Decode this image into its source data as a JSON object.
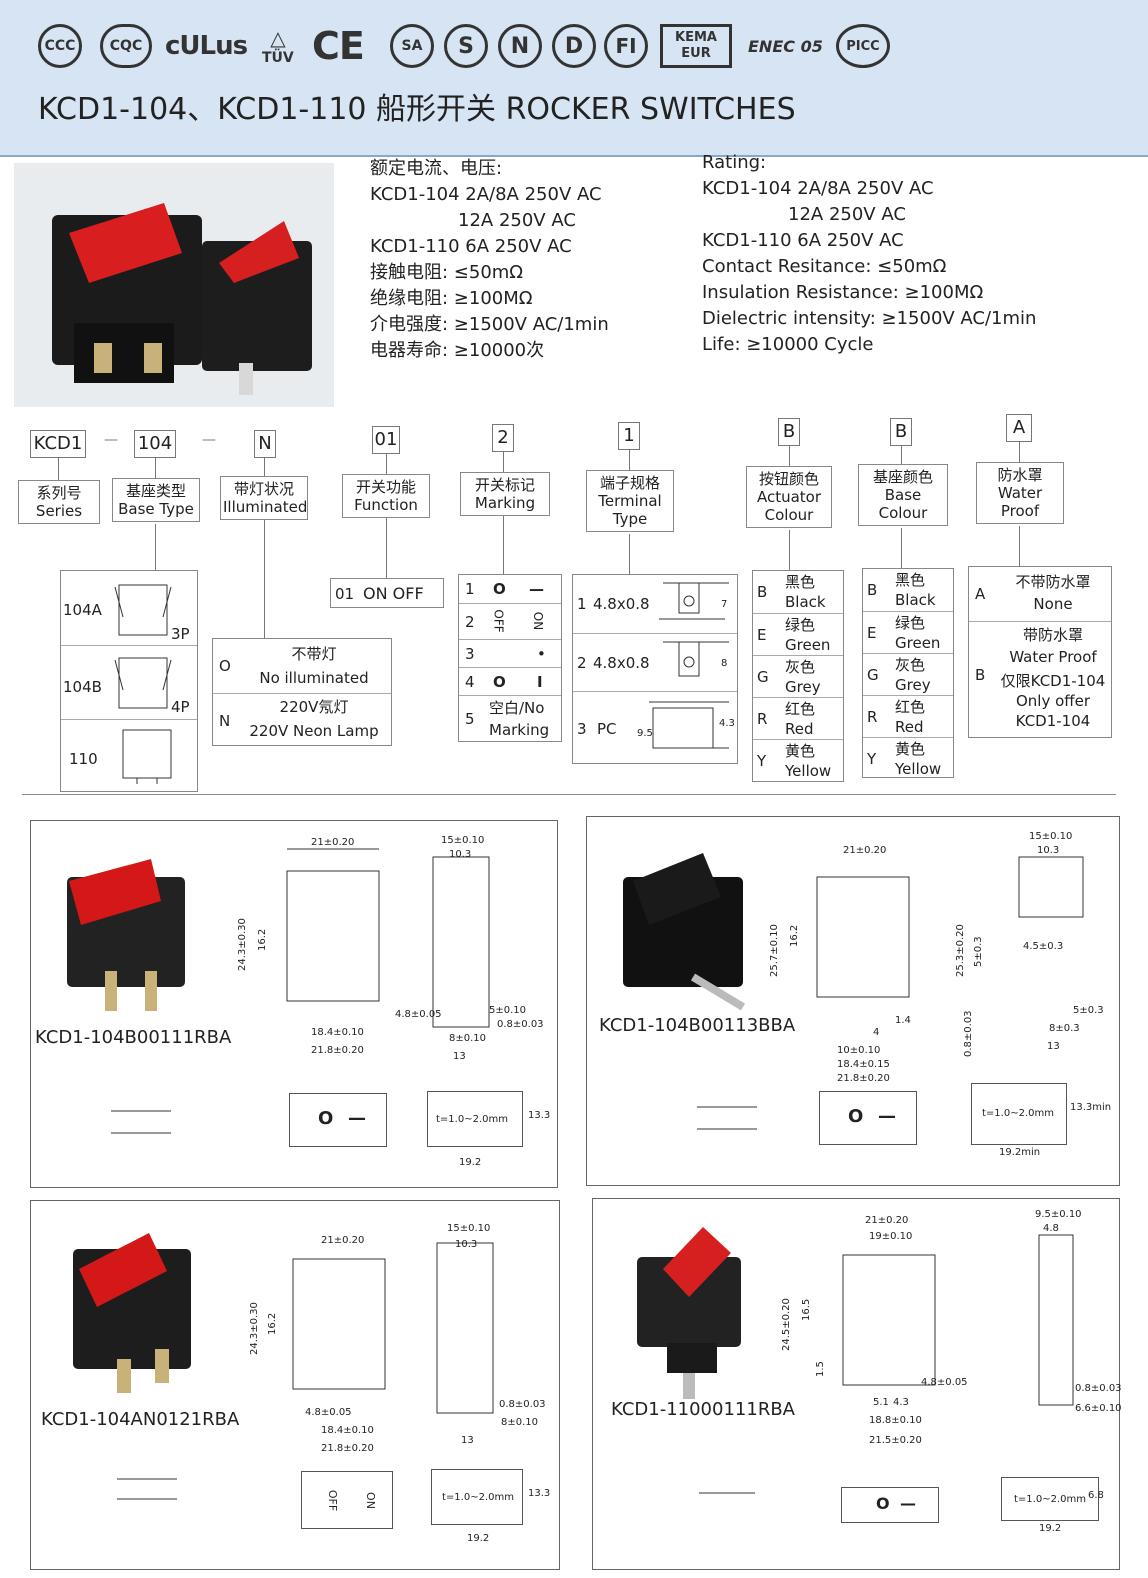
{
  "header": {
    "certifications": [
      "CCC",
      "CQC",
      "cULus",
      "TÜV",
      "CE",
      "SA",
      "S",
      "N",
      "D",
      "FI",
      "KEMA EUR",
      "ENEC 05",
      "PICC"
    ],
    "title": "KCD1-104、KCD1-110 船形开关 ROCKER SWITCHES"
  },
  "specs_cn": {
    "heading": "额定电流、电压:",
    "lines": [
      "KCD1-104 2A/8A 250V AC",
      "12A 250V AC",
      "KCD1-110 6A 250V AC",
      "接触电阻: ≤50mΩ",
      "绝缘电阻: ≥100MΩ",
      "介电强度: ≥1500V AC/1min",
      "电器寿命: ≥10000次"
    ]
  },
  "specs_en": {
    "heading": "Rating:",
    "lines": [
      "KCD1-104 2A/8A 250V AC",
      "12A 250V AC",
      "KCD1-110 6A 250V AC",
      "Contact Resitance: ≤50mΩ",
      "Insulation Resistance: ≥100MΩ",
      "Dielectric intensity: ≥1500V AC/1min",
      "Life: ≥10000 Cycle"
    ]
  },
  "code": {
    "segments": [
      "KCD1",
      "104",
      "N",
      "01",
      "2",
      "1",
      "B",
      "B",
      "A"
    ],
    "separators": [
      "—",
      "—"
    ],
    "labels": [
      {
        "cn": "系列号",
        "en": "Series"
      },
      {
        "cn": "基座类型",
        "en": "Base Type"
      },
      {
        "cn": "带灯状况",
        "en": "Illuminated"
      },
      {
        "cn": "开关功能",
        "en": "Function"
      },
      {
        "cn": "开关标记",
        "en": "Marking"
      },
      {
        "cn": "端子规格",
        "en": "Terminal Type"
      },
      {
        "cn": "按钮颜色",
        "en": "Actuator Colour"
      },
      {
        "cn": "基座颜色",
        "en": "Base Colour"
      },
      {
        "cn": "防水罩",
        "en": "Water Proof"
      }
    ]
  },
  "base_type": {
    "rows": [
      {
        "code": "104A",
        "pins": "3P"
      },
      {
        "code": "104B",
        "pins": "4P"
      },
      {
        "code": "110",
        "pins": ""
      }
    ]
  },
  "illuminated": {
    "rows": [
      {
        "code": "O",
        "cn": "不带灯",
        "en": "No illuminated"
      },
      {
        "code": "N",
        "cn": "220V氖灯",
        "en": "220V Neon  Lamp"
      }
    ]
  },
  "function": {
    "code": "01",
    "label": "ON OFF"
  },
  "marking": {
    "rows": [
      {
        "no": "1",
        "a": "O",
        "b": "—"
      },
      {
        "no": "2",
        "a": "OFF",
        "b": "ON"
      },
      {
        "no": "3",
        "a": "",
        "b": "•"
      },
      {
        "no": "4",
        "a": "O",
        "b": "I"
      },
      {
        "no": "5",
        "a": "空白/No",
        "b": "Marking"
      }
    ]
  },
  "terminal": {
    "rows": [
      {
        "no": "1",
        "spec": "4.8x0.8",
        "dim": "7"
      },
      {
        "no": "2",
        "spec": "4.8x0.8",
        "dim": "8"
      },
      {
        "no": "3",
        "spec": "PC",
        "dim": "9.5",
        "dim2": "4.3"
      }
    ]
  },
  "actuator_colour": {
    "rows": [
      {
        "code": "B",
        "cn": "黑色",
        "en": "Black"
      },
      {
        "code": "E",
        "cn": "绿色",
        "en": "Green"
      },
      {
        "code": "G",
        "cn": "灰色",
        "en": "Grey"
      },
      {
        "code": "R",
        "cn": "红色",
        "en": "Red"
      },
      {
        "code": "Y",
        "cn": "黄色",
        "en": "Yellow"
      }
    ]
  },
  "base_colour": {
    "rows": [
      {
        "code": "B",
        "cn": "黑色",
        "en": "Black"
      },
      {
        "code": "E",
        "cn": "绿色",
        "en": "Green"
      },
      {
        "code": "G",
        "cn": "灰色",
        "en": "Grey"
      },
      {
        "code": "R",
        "cn": "红色",
        "en": "Red"
      },
      {
        "code": "Y",
        "cn": "黄色",
        "en": "Yellow"
      }
    ]
  },
  "water_proof": {
    "rows": [
      {
        "code": "A",
        "lines": [
          "不带防水罩",
          "None"
        ]
      },
      {
        "code": "B",
        "lines": [
          "带防水罩",
          "Water Proof",
          "仅限KCD1-104",
          "Only offer",
          "KCD1-104"
        ]
      }
    ]
  },
  "panels": [
    {
      "model": "KCD1-104B00111RBA",
      "dims": [
        "21±0.20",
        "24.3±0.30",
        "16.2",
        "4.8±0.05",
        "18.4±0.10",
        "21.8±0.20",
        "15±0.10",
        "10.3",
        "5±0.10",
        "0.8±0.03",
        "8±0.10",
        "13"
      ],
      "cutout": {
        "t": "t=1.0~2.0mm",
        "w": "19.2",
        "h": "13.3"
      },
      "symbols": [
        "O",
        "—"
      ]
    },
    {
      "model": "KCD1-104B00113BBA",
      "dims": [
        "21±0.20",
        "25.7±0.10",
        "16.2",
        "1.4",
        "4",
        "10±0.10",
        "18.4±0.15",
        "21.8±0.20",
        "15±0.10",
        "10.3",
        "25.3±0.20",
        "5±0.3",
        "4.5±0.3",
        "5±0.3",
        "8±0.3",
        "0.8±0.03",
        "13"
      ],
      "cutout": {
        "t": "t=1.0~2.0mm",
        "w": "19.2min",
        "h": "13.3min"
      },
      "symbols": [
        "O",
        "—"
      ]
    },
    {
      "model": "KCD1-104AN0121RBA",
      "dims": [
        "21±0.20",
        "24.3±0.30",
        "16.2",
        "4.8±0.05",
        "18.4±0.10",
        "21.8±0.20",
        "15±0.10",
        "10.3",
        "0.8±0.03",
        "8±0.10",
        "13"
      ],
      "cutout": {
        "t": "t=1.0~2.0mm",
        "w": "19.2",
        "h": "13.3"
      },
      "symbols": [
        "OFF",
        "ON"
      ]
    },
    {
      "model": "KCD1-11000111RBA",
      "dims": [
        "21±0.20",
        "19±0.10",
        "24.5±0.20",
        "16.5",
        "1.5",
        "5.1",
        "4.3",
        "4.8±0.05",
        "18.8±0.10",
        "21.5±0.20",
        "9.5±0.10",
        "4.8",
        "0.8±0.03",
        "6.6±0.10"
      ],
      "cutout": {
        "t": "t=1.0~2.0mm",
        "w": "19.2",
        "h": "6.8"
      },
      "symbols": [
        "O",
        "—"
      ]
    }
  ]
}
